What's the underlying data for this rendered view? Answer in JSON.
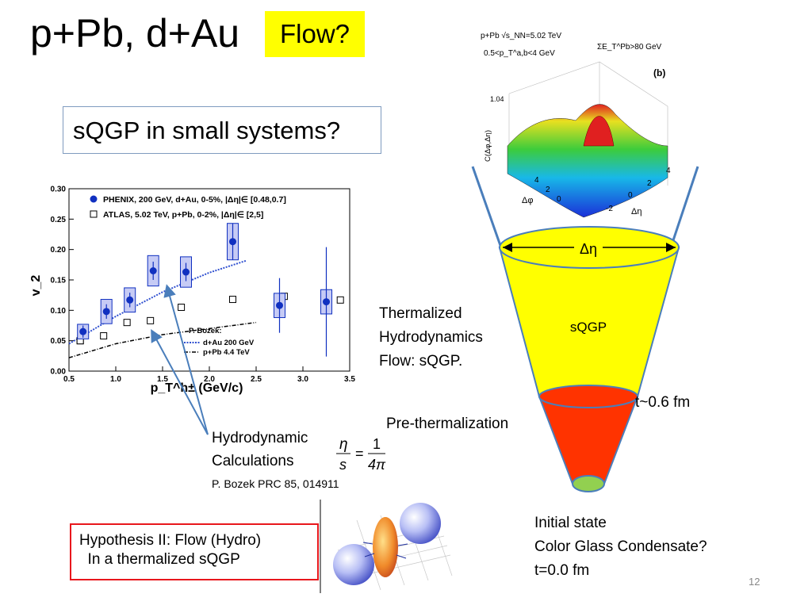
{
  "title": "p+Pb, d+Au",
  "flow_tag": "Flow?",
  "sqgp_question": "sQGP in small systems?",
  "hydro_label_1": "Hydrodynamic",
  "hydro_label_2": "Calculations",
  "eta_over_s": {
    "lhs_num": "η",
    "lhs_den": "s",
    "equals": "=",
    "rhs_num": "1",
    "rhs_den": "4π"
  },
  "reference": "P. Bozek PRC 85, 014911",
  "hypothesis_line1": "Hypothesis II: Flow (Hydro)",
  "hypothesis_line2": "  In a thermalized sQGP",
  "cone": {
    "delta_eta": "Δη",
    "sqgp": "sQGP",
    "thermalized_1": "Thermalized",
    "thermalized_2": "Hydrodynamics",
    "thermalized_3": "Flow: sQGP.",
    "t06": "t~0.6 fm",
    "prethermal": "Pre-thermalization",
    "initial_1": "Initial state",
    "initial_2": "Color Glass Condensate?",
    "initial_3": "t=0.0 fm",
    "colors": {
      "sqgp": "#ffff00",
      "prethermal": "#ff3300",
      "initial": "#92d050",
      "edge": "#4a7ebb"
    }
  },
  "surface_plot": {
    "label_energy": "p+Pb  √s_NN=5.02 TeV",
    "label_pt": "0.5<p_T^a,b<4 GeV",
    "label_et": "ΣE_T^Pb>80 GeV",
    "panel": "(b)",
    "zaxis": "C(Δφ,Δη)",
    "ztick": "1.04",
    "xaxis": "Δφ",
    "yaxis": "Δη",
    "xticks": [
      "4",
      "2",
      "0"
    ],
    "yticks": [
      "-2",
      "0",
      "2",
      "4"
    ]
  },
  "page_number": "12",
  "chart_data": {
    "type": "scatter",
    "xlabel": "p_T^h± (GeV/c)",
    "ylabel": "v_2",
    "xlim": [
      0.5,
      3.5
    ],
    "ylim": [
      0,
      0.3
    ],
    "xticks": [
      "0.5",
      "1.0",
      "1.5",
      "2.0",
      "2.5",
      "3.0",
      "3.5"
    ],
    "yticks": [
      "0.00",
      "0.05",
      "0.10",
      "0.15",
      "0.20",
      "0.25",
      "0.30"
    ],
    "legend_top": [
      {
        "text": "PHENIX, 200 GeV, d+Au, 0-5%, |Δη|∈ [0.48,0.7]"
      },
      {
        "text": "ATLAS, 5.02 TeV, p+Pb, 0-2%, |Δη|∈ [2,5]"
      }
    ],
    "legend_bottom_title": "P. Bozek:",
    "legend_bottom": [
      {
        "text": "d+Au 200 GeV"
      },
      {
        "text": "p+Pb 4.4 TeV"
      }
    ],
    "series": [
      {
        "name": "PHENIX, 200 GeV, d+Au, 0-5%",
        "x": [
          0.65,
          0.9,
          1.15,
          1.4,
          1.75,
          2.25,
          2.75,
          3.25
        ],
        "y": [
          0.065,
          0.098,
          0.117,
          0.165,
          0.163,
          0.213,
          0.108,
          0.114
        ],
        "stat_err": [
          0.01,
          0.012,
          0.012,
          0.015,
          0.015,
          0.03,
          0.045,
          0.09
        ],
        "sys_err": [
          0.012,
          0.02,
          0.02,
          0.025,
          0.025,
          0.03,
          0.02,
          0.02
        ]
      },
      {
        "name": "ATLAS, 5.02 TeV, p+Pb, 0-2%",
        "x": [
          0.62,
          0.62,
          0.87,
          1.12,
          1.37,
          1.7,
          2.25,
          2.8,
          3.4
        ],
        "y": [
          0.05,
          0.05,
          0.058,
          0.08,
          0.083,
          0.105,
          0.118,
          0.123,
          0.117
        ]
      },
      {
        "name": "d+Au 200 GeV",
        "x": [
          0.5,
          1.0,
          1.5,
          2.0,
          2.4
        ],
        "y": [
          0.045,
          0.09,
          0.13,
          0.162,
          0.182
        ]
      },
      {
        "name": "p+Pb 4.4 TeV",
        "x": [
          0.5,
          1.0,
          1.5,
          2.0,
          2.5
        ],
        "y": [
          0.022,
          0.045,
          0.06,
          0.07,
          0.08
        ]
      }
    ]
  }
}
